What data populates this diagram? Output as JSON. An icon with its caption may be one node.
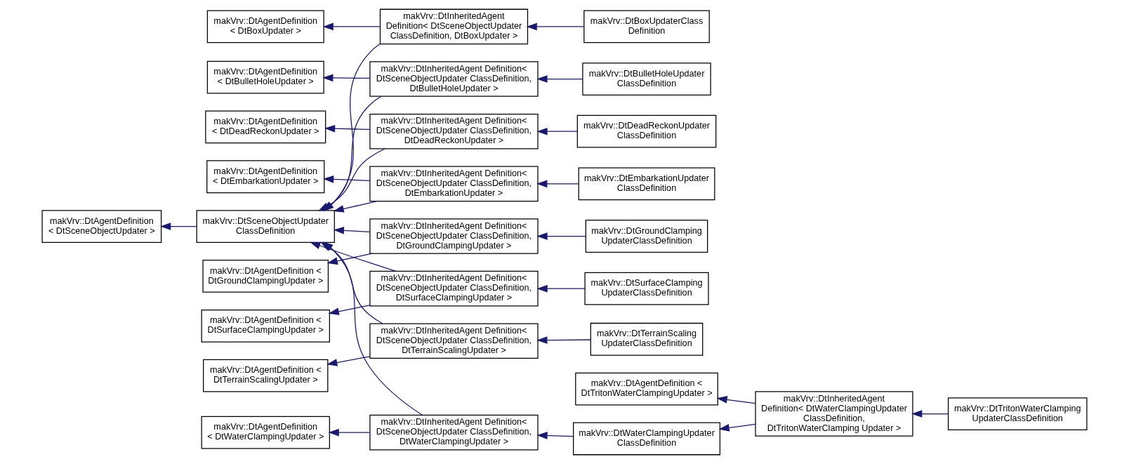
{
  "diagram": {
    "nodes": [
      {
        "text": [
          "makVrv::DtAgentDefinition < DtBoxUpdater >"
        ]
      },
      {
        "text": [
          "makVrv::DtInheritedAgent Definition< DtSceneObjectUpdater ClassDefinition, DtBoxUpdater >"
        ]
      },
      {
        "text": [
          "makVrv::DtBoxUpdaterClass Definition"
        ]
      },
      {
        "text": [
          "makVrv::DtAgentDefinition < DtBulletHoleUpdater >"
        ]
      },
      {
        "text": [
          "makVrv::DtInheritedAgent Definition< DtSceneObjectUpdater ClassDefinition, DtBulletHoleUpdater >"
        ]
      },
      {
        "text": [
          "makVrv::DtBulletHoleUpdater ClassDefinition"
        ]
      },
      {
        "text": [
          "makVrv::DtAgentDefinition < DtDeadReckonUpdater >"
        ]
      },
      {
        "text": [
          "makVrv::DtInheritedAgent Definition< DtSceneObjectUpdater ClassDefinition, DtDeadReckonUpdater >"
        ]
      },
      {
        "text": [
          "makVrv::DtDeadReckonUpdater ClassDefinition"
        ]
      },
      {
        "text": [
          "makVrv::DtAgentDefinition < DtEmbarkationUpdater >"
        ]
      },
      {
        "text": [
          "makVrv::DtInheritedAgent Definition< DtSceneObjectUpdater ClassDefinition, DtEmbarkationUpdater >"
        ]
      },
      {
        "text": [
          "makVrv::DtEmbarkationUpdater ClassDefinition"
        ]
      },
      {
        "text": [
          "makVrv::DtAgentDefinition < DtSceneObjectUpdater >"
        ]
      },
      {
        "text": [
          "makVrv::DtSceneObjectUpdater ClassDefinition"
        ]
      },
      {
        "text": [
          "makVrv::DtAgentDefinition < DtGroundClampingUpdater >"
        ]
      },
      {
        "text": [
          "makVrv::DtInheritedAgent Definition< DtSceneObjectUpdater ClassDefinition, DtGroundClampingUpdater >"
        ]
      },
      {
        "text": [
          "makVrv::DtGroundClamping UpdaterClassDefinition"
        ]
      },
      {
        "text": [
          "makVrv::DtAgentDefinition < DtSurfaceClampingUpdater >"
        ]
      },
      {
        "text": [
          "makVrv::DtInheritedAgent Definition< DtSceneObjectUpdater ClassDefinition, DtSurfaceClampingUpdater >"
        ]
      },
      {
        "text": [
          "makVrv::DtSurfaceClamping UpdaterClassDefinition"
        ]
      },
      {
        "text": [
          "makVrv::DtAgentDefinition < DtTerrainScalingUpdater >"
        ]
      },
      {
        "text": [
          "makVrv::DtInheritedAgent Definition< DtSceneObjectUpdater ClassDefinition, DtTerrainScalingUpdater >"
        ]
      },
      {
        "text": [
          "makVrv::DtTerrainScaling UpdaterClassDefinition"
        ]
      },
      {
        "text": [
          "makVrv::DtAgentDefinition < DtTritonWaterClampingUpdater >"
        ]
      },
      {
        "text": [
          "makVrv::DtInheritedAgent Definition< DtWaterClampingUpdater ClassDefinition, DtTritonWaterClamping Updater >"
        ]
      },
      {
        "text": [
          "makVrv::DtTritonWaterClamping UpdaterClassDefinition"
        ]
      },
      {
        "text": [
          "makVrv::DtAgentDefinition < DtWaterClampingUpdater >"
        ]
      },
      {
        "text": [
          "makVrv::DtInheritedAgent Definition< DtSceneObjectUpdater ClassDefinition, DtWaterClampingUpdater >"
        ]
      },
      {
        "text": [
          "makVrv::DtWaterClampingUpdater ClassDefinition"
        ]
      }
    ],
    "edges": [
      {
        "from": 13,
        "to": 12,
        "arrow": "to"
      },
      {
        "from": 1,
        "to": 0,
        "arrow": "to"
      },
      {
        "from": 1,
        "to": 13,
        "arrow": "to"
      },
      {
        "from": 2,
        "to": 1,
        "arrow": "to"
      },
      {
        "from": 4,
        "to": 3,
        "arrow": "to"
      },
      {
        "from": 4,
        "to": 13,
        "arrow": "to"
      },
      {
        "from": 5,
        "to": 4,
        "arrow": "to"
      },
      {
        "from": 7,
        "to": 6,
        "arrow": "to"
      },
      {
        "from": 7,
        "to": 13,
        "arrow": "to"
      },
      {
        "from": 8,
        "to": 7,
        "arrow": "to"
      },
      {
        "from": 10,
        "to": 9,
        "arrow": "to"
      },
      {
        "from": 10,
        "to": 13,
        "arrow": "to"
      },
      {
        "from": 11,
        "to": 10,
        "arrow": "to"
      },
      {
        "from": 15,
        "to": 14,
        "arrow": "to"
      },
      {
        "from": 15,
        "to": 13,
        "arrow": "to"
      },
      {
        "from": 16,
        "to": 15,
        "arrow": "to"
      },
      {
        "from": 18,
        "to": 17,
        "arrow": "to"
      },
      {
        "from": 18,
        "to": 13,
        "arrow": "to"
      },
      {
        "from": 19,
        "to": 18,
        "arrow": "to"
      },
      {
        "from": 21,
        "to": 20,
        "arrow": "to"
      },
      {
        "from": 21,
        "to": 13,
        "arrow": "to"
      },
      {
        "from": 22,
        "to": 21,
        "arrow": "to"
      },
      {
        "from": 24,
        "to": 23,
        "arrow": "to"
      },
      {
        "from": 24,
        "to": 28,
        "arrow": "to"
      },
      {
        "from": 25,
        "to": 24,
        "arrow": "to"
      },
      {
        "from": 27,
        "to": 26,
        "arrow": "to"
      },
      {
        "from": 27,
        "to": 13,
        "arrow": "to"
      },
      {
        "from": 28,
        "to": 27,
        "arrow": "to"
      }
    ]
  }
}
